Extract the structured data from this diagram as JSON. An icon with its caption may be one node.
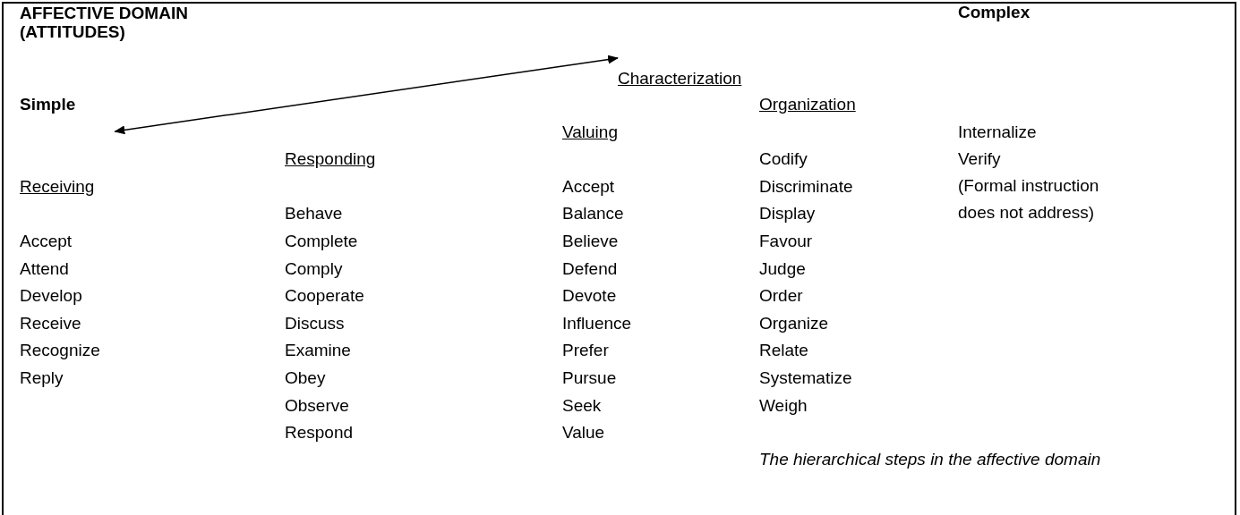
{
  "diagram": {
    "title": "AFFECTIVE DOMAIN (ATTITUDES)",
    "caption": "The hierarchical steps in the affective domain",
    "nodes": [
      {
        "text": [
          "Simple"
        ]
      },
      {
        "text": [
          "Characterization"
        ]
      }
    ],
    "edges": [
      {
        "from": 0,
        "to": 1,
        "arrow": "both"
      }
    ],
    "labels": [
      "Complex",
      "Receiving",
      "Accept",
      "Attend",
      "Develop",
      "Receive",
      "Recognize",
      "Reply",
      "Responding",
      "Behave",
      "Complete",
      "Comply",
      "Cooperate",
      "Discuss",
      "Examine",
      "Obey",
      "Observe",
      "Respond",
      "Valuing",
      "Accept",
      "Balance",
      "Believe",
      "Defend",
      "Devote",
      "Influence",
      "Prefer",
      "Pursue",
      "Seek",
      "Value",
      "Organization",
      "Codify",
      "Discriminate",
      "Display",
      "Favour",
      "Judge",
      "Order",
      "Organize",
      "Relate",
      "Systematize",
      "Weigh",
      "Internalize",
      "Verify",
      "(Formal instruction does not address)"
    ]
  }
}
